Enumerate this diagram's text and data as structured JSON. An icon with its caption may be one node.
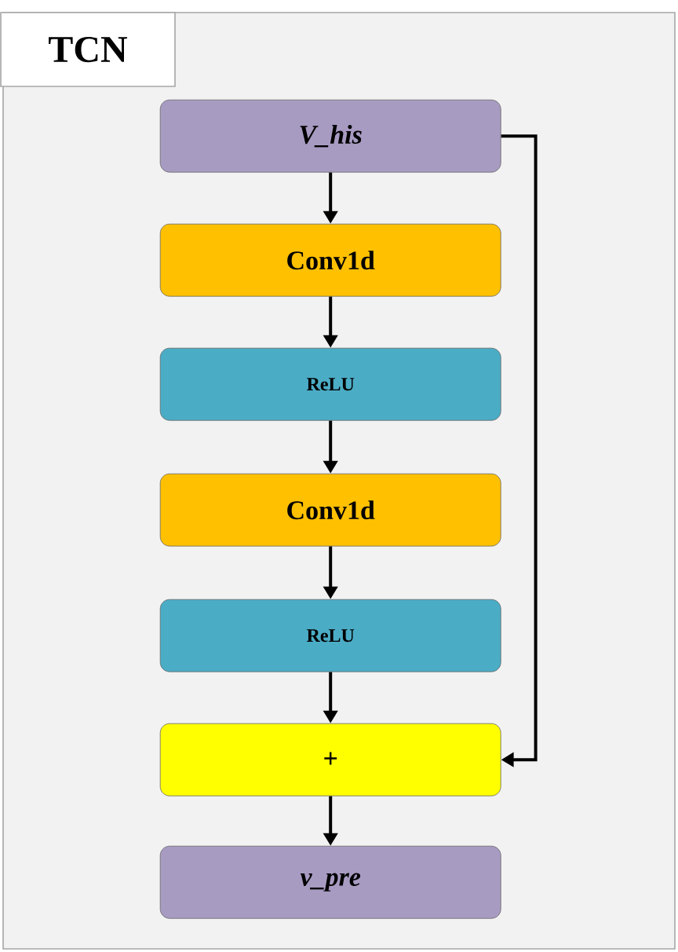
{
  "diagram": {
    "nodes": [
      {
        "text": [
          "TCN"
        ]
      },
      {
        "text": [
          "V_his"
        ],
        "in": 0
      },
      {
        "text": [
          "Conv1d"
        ],
        "in": 0
      },
      {
        "text": [
          "ReLU"
        ],
        "in": 0
      },
      {
        "text": [
          "Conv1d"
        ],
        "in": 0
      },
      {
        "text": [
          "ReLU"
        ],
        "in": 0
      },
      {
        "text": [
          "+"
        ],
        "in": 0
      },
      {
        "text": [
          "v_pre"
        ],
        "in": 0
      }
    ],
    "edges": [
      {
        "from": 1,
        "to": 2,
        "arrow": "to"
      },
      {
        "from": 2,
        "to": 3,
        "arrow": "to"
      },
      {
        "from": 3,
        "to": 4,
        "arrow": "to"
      },
      {
        "from": 4,
        "to": 5,
        "arrow": "to"
      },
      {
        "from": 5,
        "to": 6,
        "arrow": "to"
      },
      {
        "from": 6,
        "to": 7,
        "arrow": "to"
      },
      {
        "from": 1,
        "to": 6,
        "arrow": "to"
      }
    ]
  }
}
